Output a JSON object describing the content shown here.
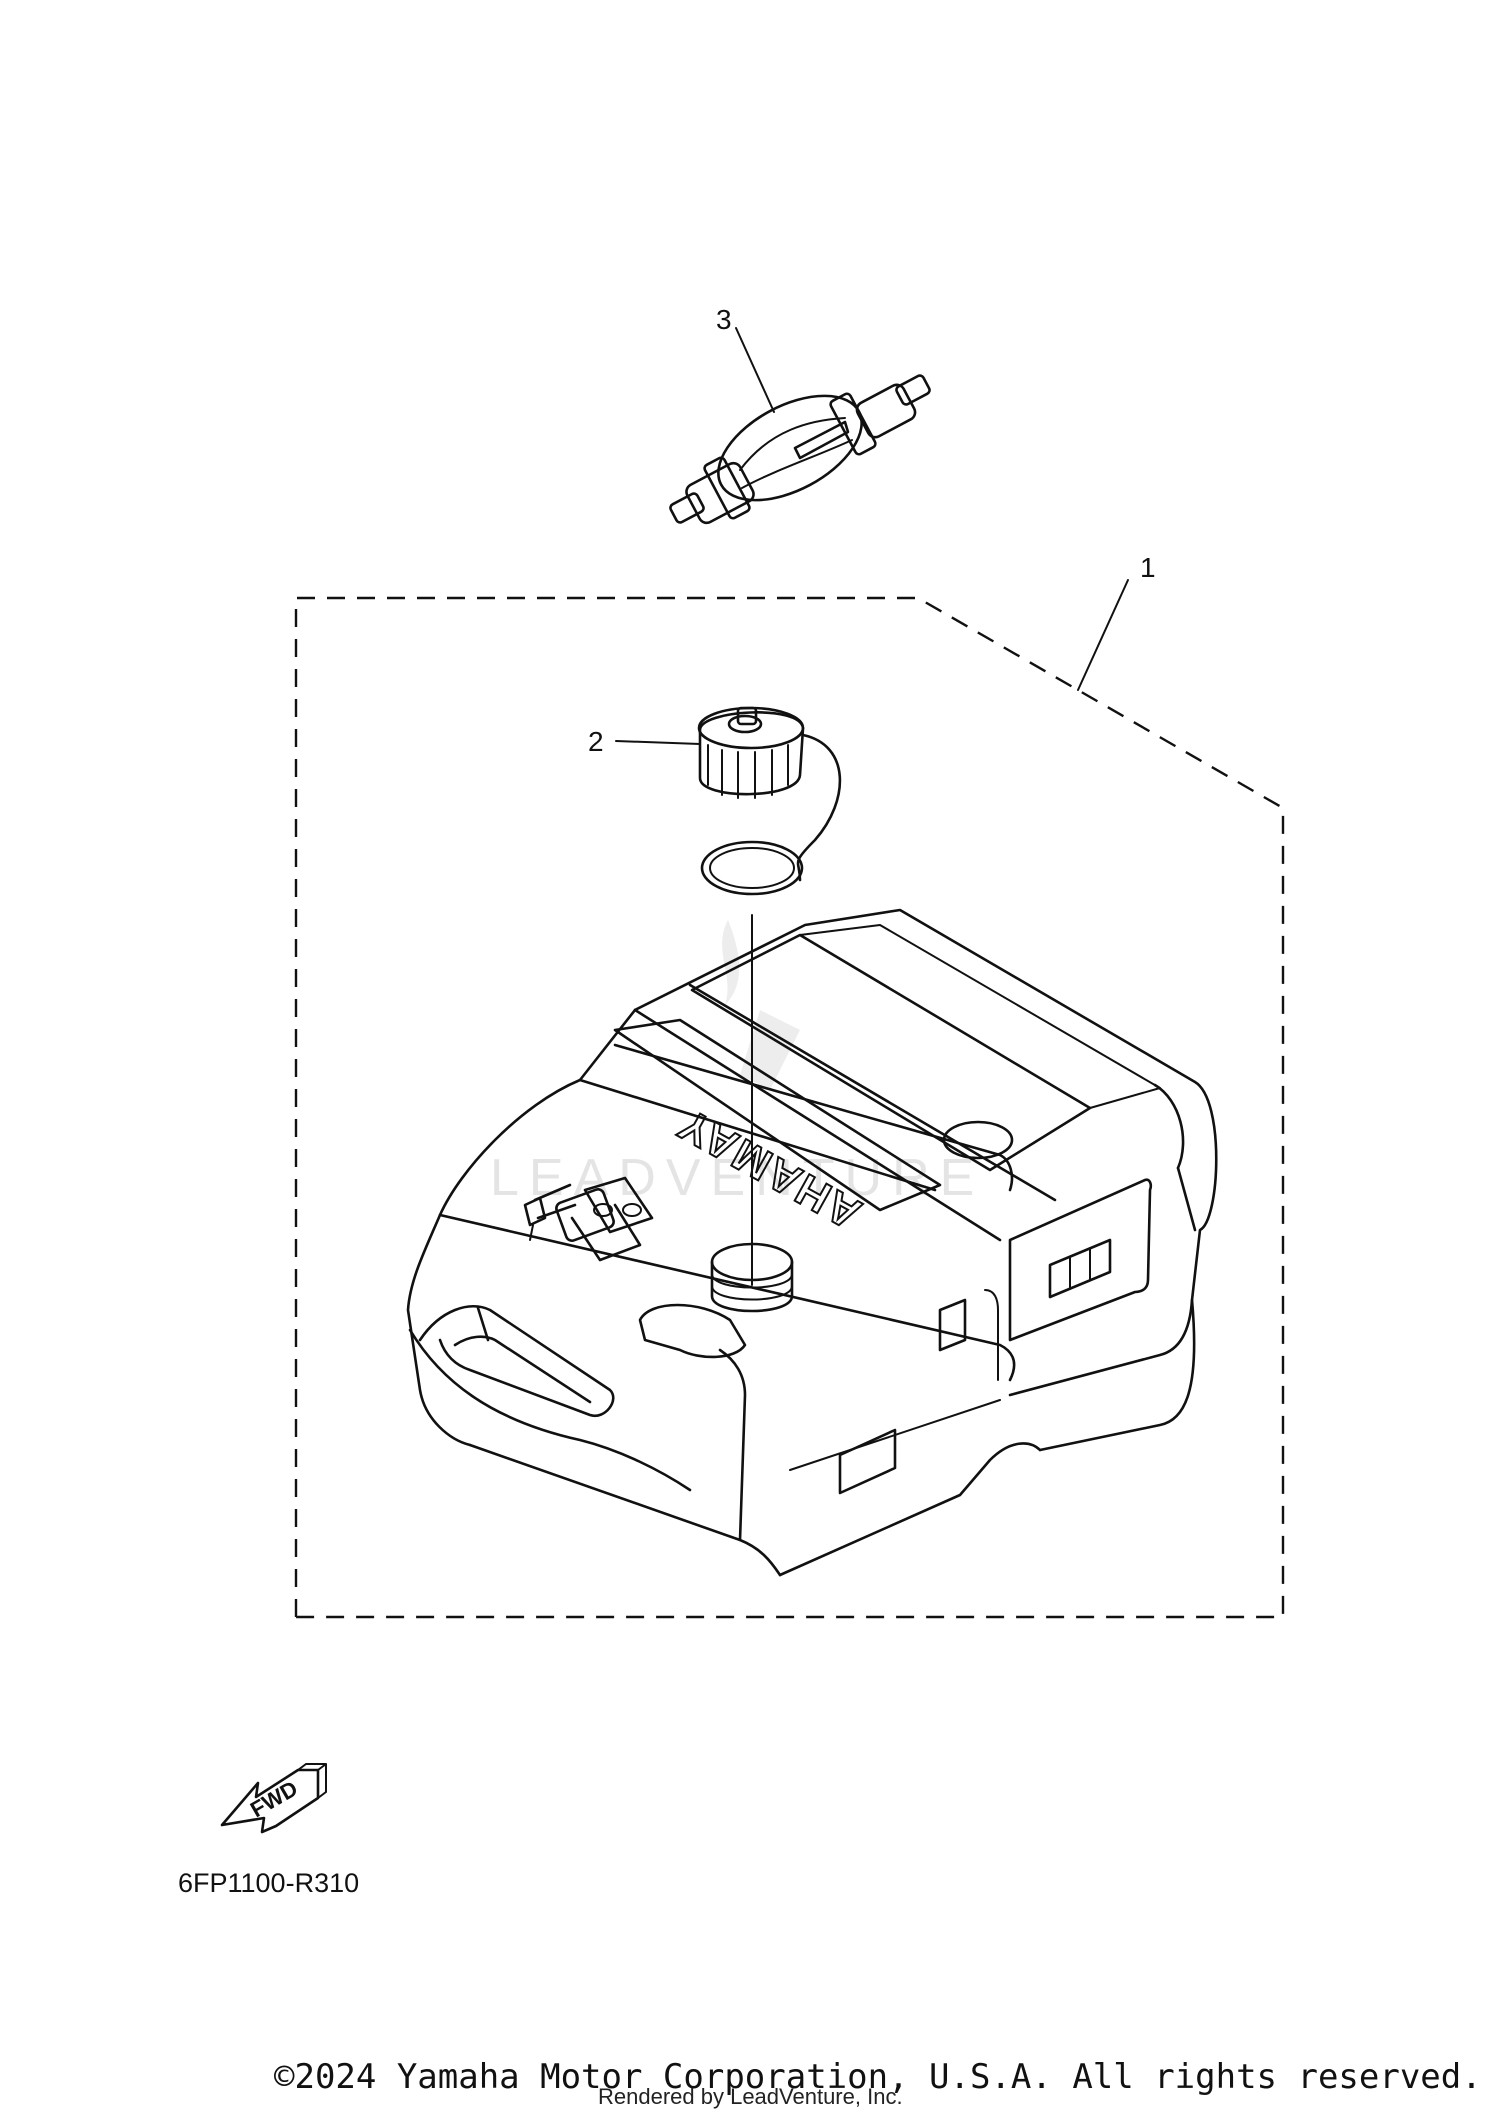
{
  "callouts": [
    {
      "number": "1",
      "part": "fuel tank assembly"
    },
    {
      "number": "2",
      "part": "fuel cap"
    },
    {
      "number": "3",
      "part": "primer bulb"
    }
  ],
  "tank_logo": "YAMAHA",
  "fwd_label": "FWD",
  "watermark": "LEADVENTURE",
  "reference_code": "6FP1100-R310",
  "copyright": "©2024 Yamaha Motor Corporation, U.S.A. All rights reserved.",
  "rendered_by": "Rendered by LeadVenture, Inc."
}
